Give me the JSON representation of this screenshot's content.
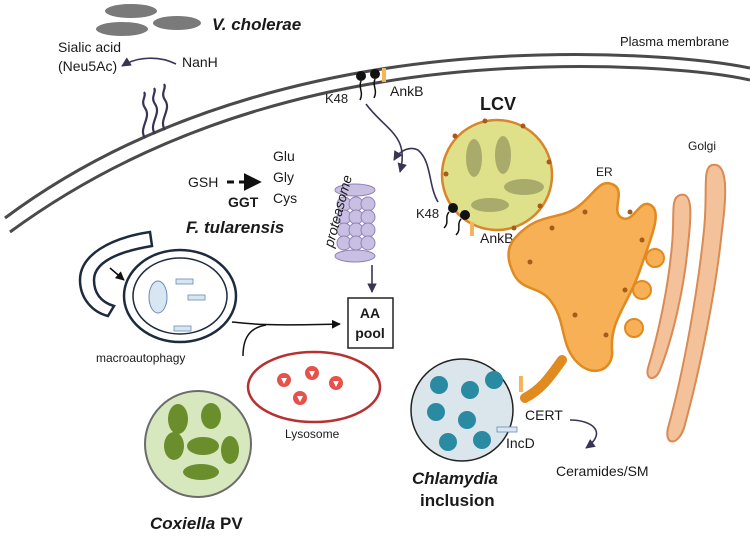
{
  "labels": {
    "v_cholerae": "V. cholerae",
    "plasma_membrane": "Plasma membrane",
    "sialic_acid": "Sialic acid",
    "neu5ac": "(Neu5Ac)",
    "nanh": "NanH",
    "k48_top": "K48",
    "ankb_top": "AnkB",
    "lcv": "LCV",
    "gsh": "GSH",
    "ggt": "GGT",
    "glu": "Glu",
    "gly": "Gly",
    "cys": "Cys",
    "f_tularensis": "F. tularensis",
    "proteasome": "proteasome",
    "k48_lcv": "K48",
    "ankb_lcv": "AnkB",
    "er": "ER",
    "golgi": "Golgi",
    "aa": "AA",
    "pool": "pool",
    "macroautophagy": "macroautophagy",
    "lysosome": "Lysosome",
    "cert": "CERT",
    "incd": "IncD",
    "ceramides_sm": "Ceramides/SM",
    "chlamydia": "Chlamydia",
    "inclusion": "inclusion",
    "coxiella": "Coxiella",
    "pv": "PV"
  },
  "colors": {
    "membrane": "#4a4a4a",
    "bacterium": "#7a7a7a",
    "lcv_fill": "#dfe08a",
    "lcv_border": "#d9862b",
    "er_fill": "#f7b055",
    "er_border": "#e08a1f",
    "golgi_fill": "#f4c29a",
    "golgi_border": "#d98a55",
    "proteasome": "#c9bfe3",
    "lysosome_border": "#b83030",
    "lysosome_content": "#e8504a",
    "chlamydia_fill": "#dbe6ec",
    "chlamydia_dot": "#2a8aa2",
    "coxiella_fill": "#d7e8bf",
    "coxiella_bact": "#6b8e2c",
    "arrow": "#3a3355",
    "autophagosome": "#1e2a3d"
  }
}
